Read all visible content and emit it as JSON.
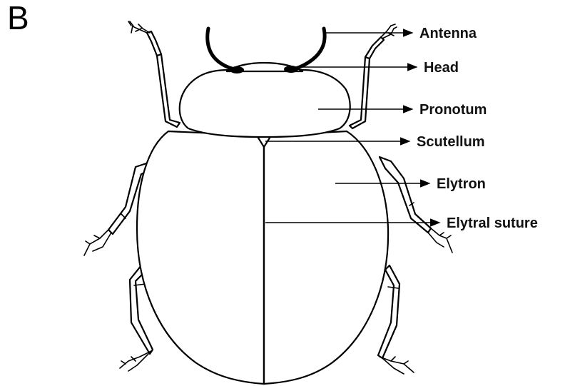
{
  "panel_letter": "B",
  "labels": {
    "antenna": "Antenna",
    "head": "Head",
    "pronotum": "Pronotum",
    "scutellum": "Scutellum",
    "elytron": "Elytron",
    "elytral_suture": "Elytral suture"
  }
}
